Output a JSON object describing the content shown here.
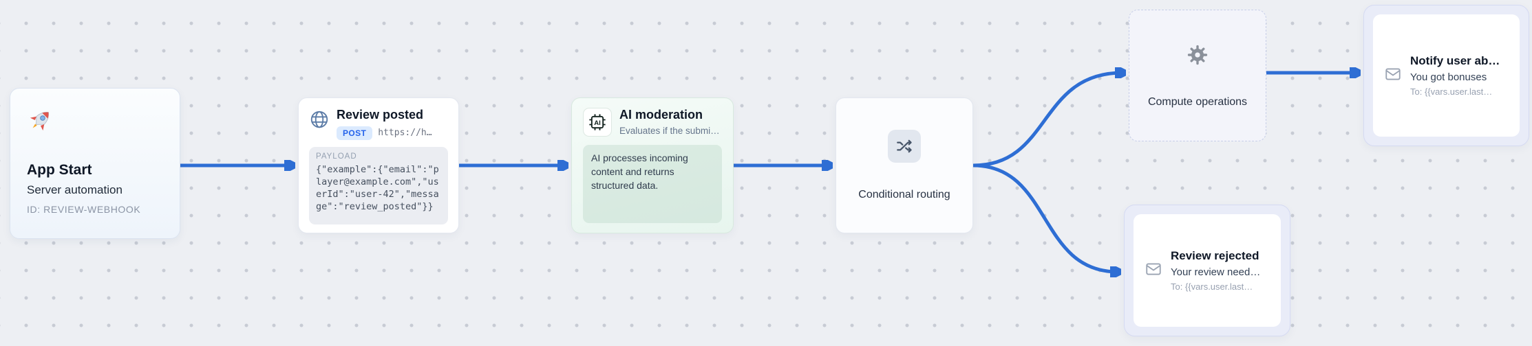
{
  "canvas": {
    "edge_color": "#2e6ed4",
    "background": "#edeff3",
    "dot_color": "#c7cbd4"
  },
  "nodes": {
    "app_start": {
      "icon": "rocket",
      "title": "App Start",
      "subtitle": "Server automation",
      "meta": "ID: REVIEW-WEBHOOK"
    },
    "review_posted": {
      "icon": "globe",
      "title": "Review posted",
      "method": "POST",
      "url": "https://h…",
      "payload_label": "PAYLOAD",
      "payload": "{\"example\":{\"email\":\"player@example.com\",\"userId\":\"user-42\",\"message\":\"review_posted\"}}"
    },
    "ai_moderation": {
      "icon": "ai-chip",
      "title": "AI moderation",
      "subtitle": "Evaluates if the submi…",
      "body": "AI processes incoming content and returns structured data."
    },
    "conditional_routing": {
      "icon": "shuffle",
      "title": "Conditional routing"
    },
    "compute_operations": {
      "icon": "gear",
      "title": "Compute operations"
    },
    "notify_user": {
      "icon": "envelope",
      "title": "Notify user ab…",
      "line1": "You got bonuses",
      "line2": "To: {{vars.user.last…"
    },
    "review_rejected": {
      "icon": "envelope",
      "title": "Review rejected",
      "line1": "Your review need…",
      "line2": "To: {{vars.user.last…"
    }
  }
}
